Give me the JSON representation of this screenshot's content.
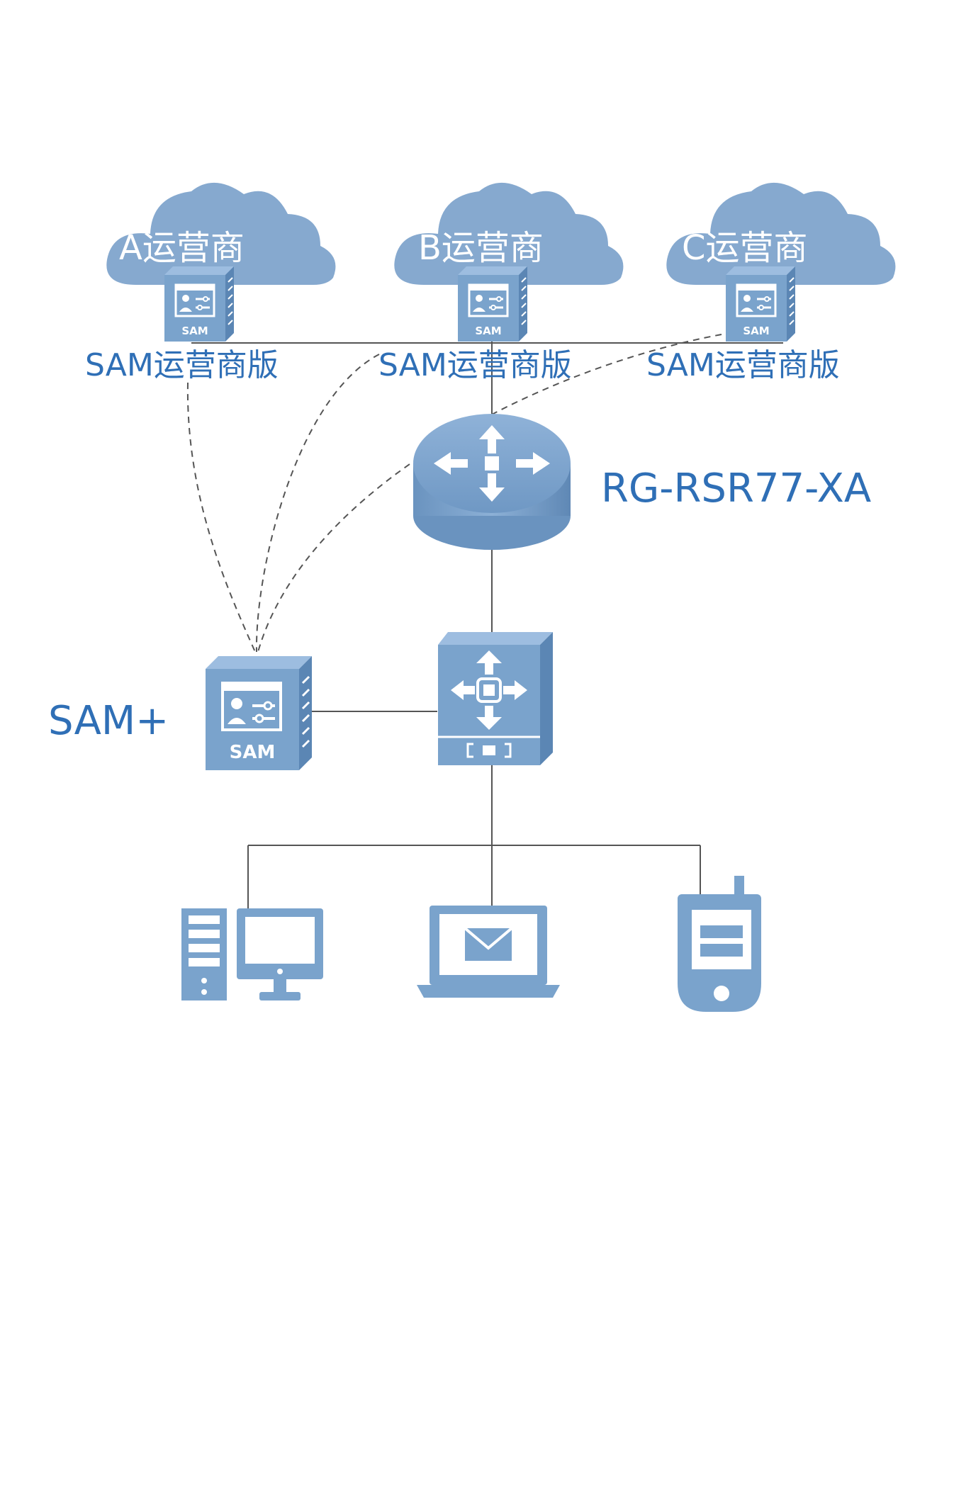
{
  "colors": {
    "accent": "#2f6fb6",
    "device": "#7aa3cc",
    "device_dark": "#5b86b4",
    "cloud": "#86a9cf",
    "line": "#555555"
  },
  "operators": [
    {
      "cloud_label": "A运营商",
      "server_icon": "sam-server-icon",
      "server_badge": "SAM",
      "caption": "SAM运营商版"
    },
    {
      "cloud_label": "B运营商",
      "server_icon": "sam-server-icon",
      "server_badge": "SAM",
      "caption": "SAM运营商版"
    },
    {
      "cloud_label": "C运营商",
      "server_icon": "sam-server-icon",
      "server_badge": "SAM",
      "caption": "SAM运营商版"
    }
  ],
  "router": {
    "icon": "router-icon",
    "label": "RG-RSR77-XA"
  },
  "sam_plus": {
    "icon": "sam-server-icon",
    "badge": "SAM",
    "label": "SAM+"
  },
  "switch": {
    "icon": "core-switch-icon"
  },
  "endpoints": [
    {
      "icon": "desktop-pc-icon"
    },
    {
      "icon": "laptop-mail-icon"
    },
    {
      "icon": "mobile-phone-icon"
    }
  ]
}
